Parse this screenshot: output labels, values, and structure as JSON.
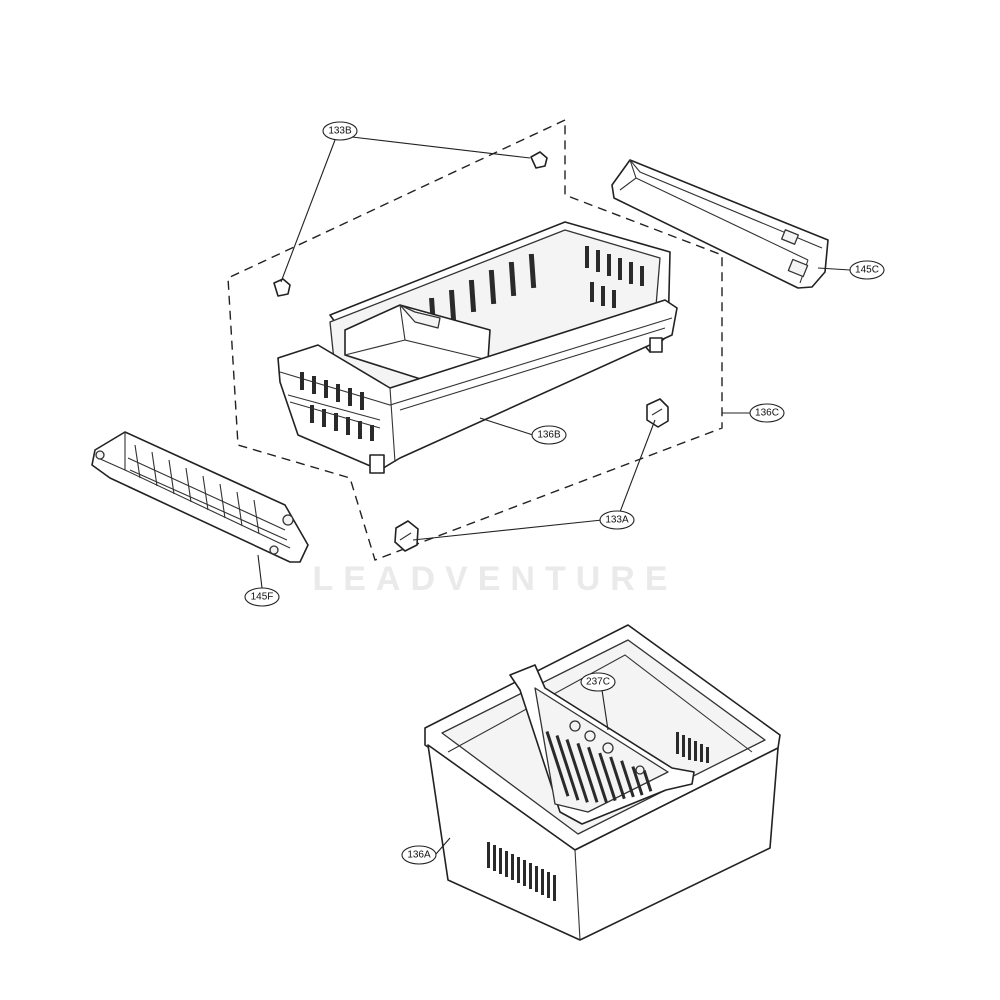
{
  "callouts": {
    "133B": "133B",
    "145C": "145C",
    "136C": "136C",
    "136B": "136B",
    "133A": "133A",
    "145F": "145F",
    "237C": "237C",
    "136A": "136A"
  },
  "watermark": "LEADVENTURE",
  "colors": {
    "line": "#222222",
    "fill": "#ffffff",
    "watermark": "#eaeaea"
  }
}
